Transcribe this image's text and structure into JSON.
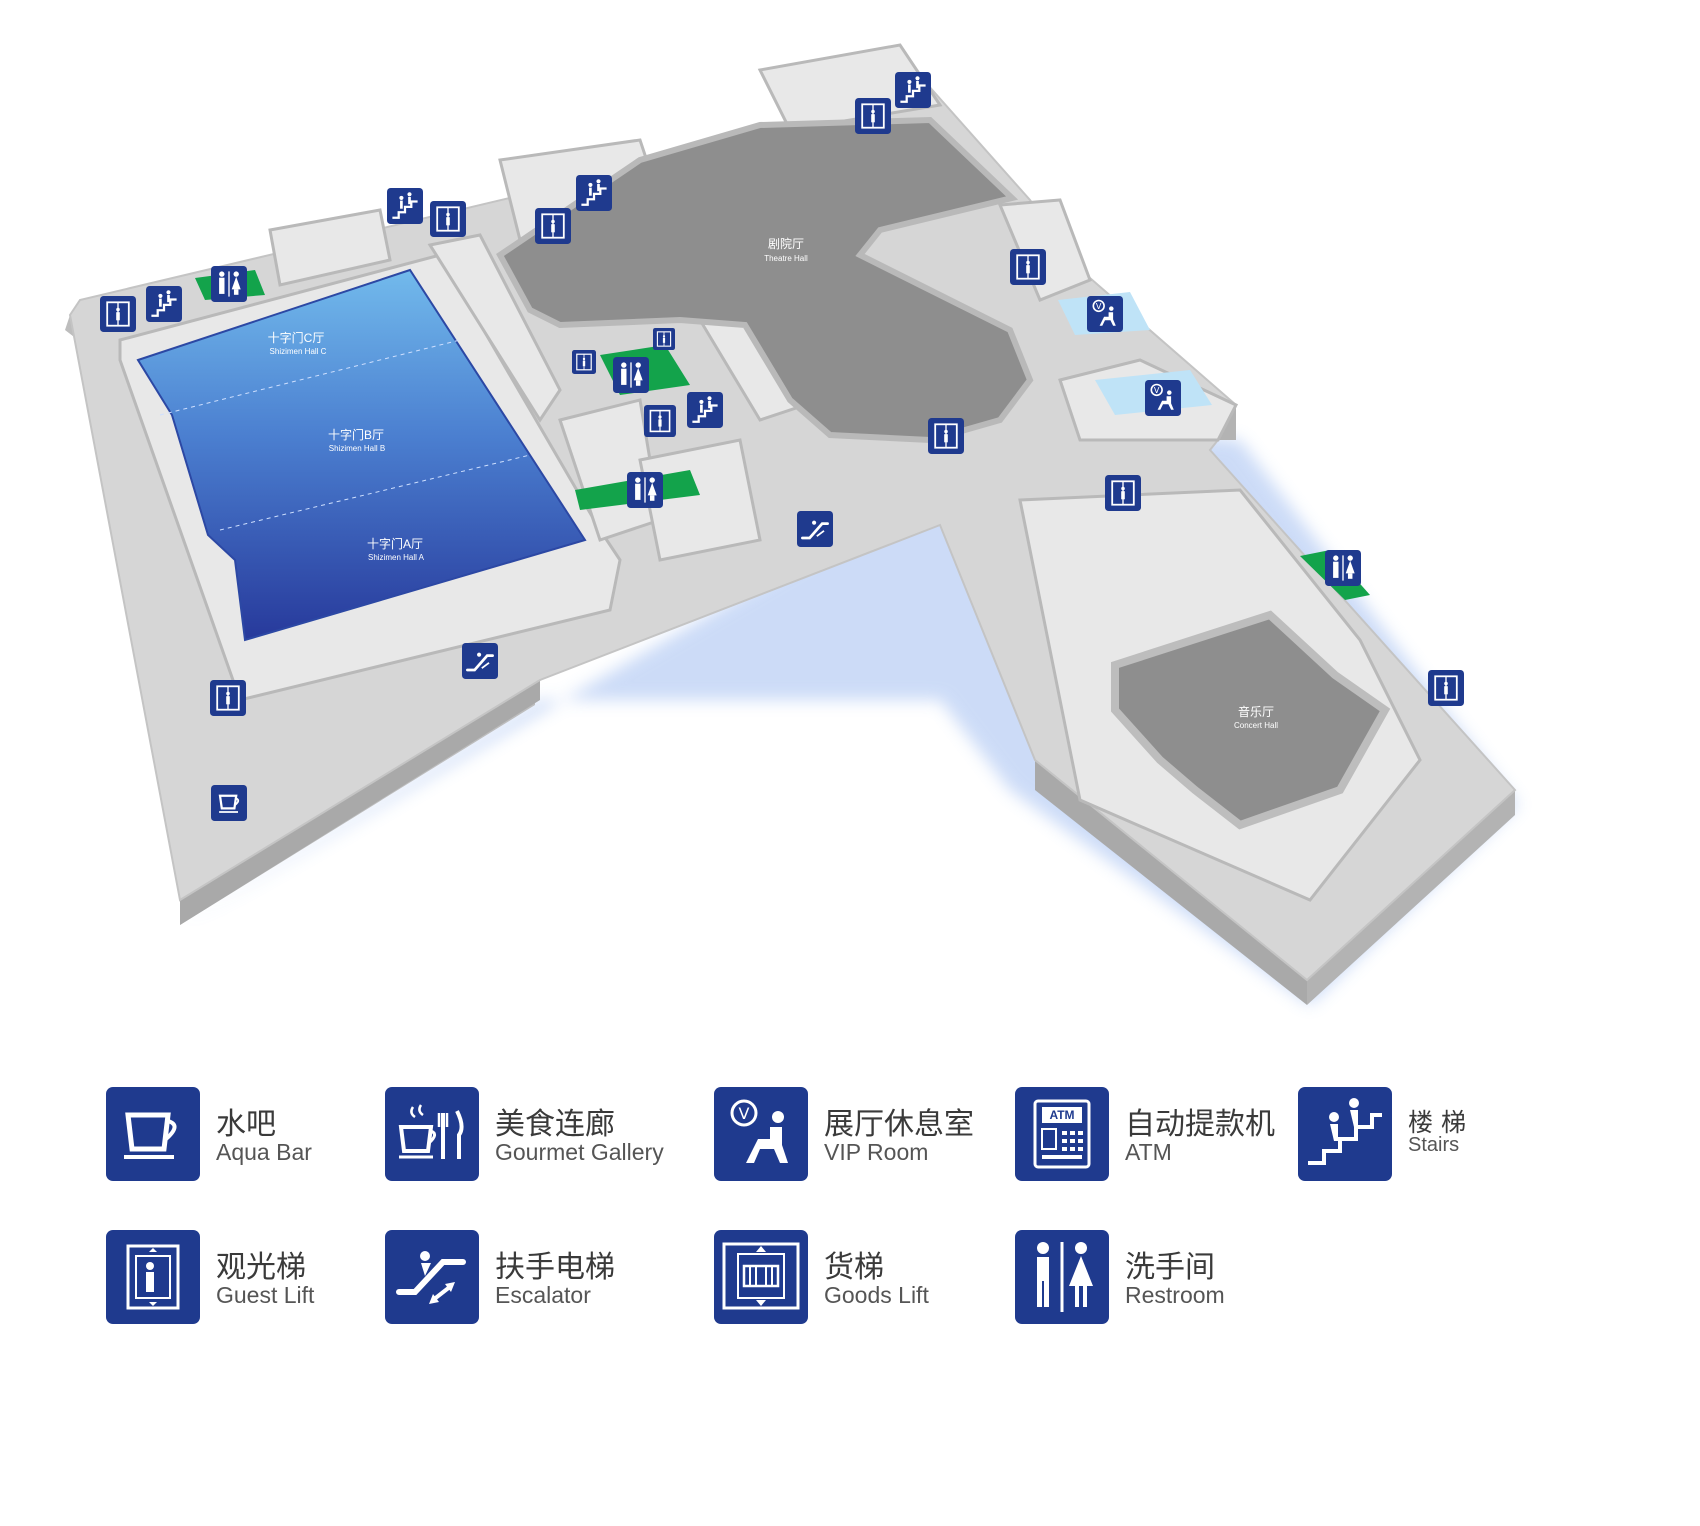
{
  "halls": {
    "c": {
      "cn": "十字门C厅",
      "en": "Shizimen Hall C"
    },
    "b": {
      "cn": "十字门B厅",
      "en": "Shizimen Hall B"
    },
    "a": {
      "cn": "十字门A厅",
      "en": "Shizimen Hall A"
    },
    "theatre": {
      "cn": "剧院厅",
      "en": "Theatre Hall"
    },
    "concert": {
      "cn": "音乐厅",
      "en": "Concert Hall"
    }
  },
  "legend": [
    {
      "icon": "aqua-bar-icon",
      "cn": "水吧",
      "en": "Aqua Bar"
    },
    {
      "icon": "gourmet-gallery-icon",
      "cn": "美食连廊",
      "en": "Gourmet Gallery"
    },
    {
      "icon": "vip-room-icon",
      "cn": "展厅休息室",
      "en": "VIP Room"
    },
    {
      "icon": "atm-icon",
      "cn": "自动提款机",
      "en": "ATM"
    },
    {
      "icon": "stairs-icon",
      "cn": "楼 梯",
      "en": "Stairs"
    },
    {
      "icon": "guest-lift-icon",
      "cn": "观光梯",
      "en": "Guest Lift"
    },
    {
      "icon": "escalator-icon",
      "cn": "扶手电梯",
      "en": "Escalator"
    },
    {
      "icon": "goods-lift-icon",
      "cn": "货梯",
      "en": "Goods Lift"
    },
    {
      "icon": "restroom-icon",
      "cn": "洗手间",
      "en": "Restroom"
    }
  ],
  "atm_badge_text": "ATM",
  "vip_badge_text": "V",
  "colors": {
    "badge": "#1f3a8e",
    "floor": "#d6d6d6",
    "hall_top": "#6fb6ea",
    "hall_bottom": "#2a3f9f",
    "auditorium": "#8c8c8c",
    "restroom_zone": "#12a34a",
    "vip_zone": "#bfe3f7"
  }
}
